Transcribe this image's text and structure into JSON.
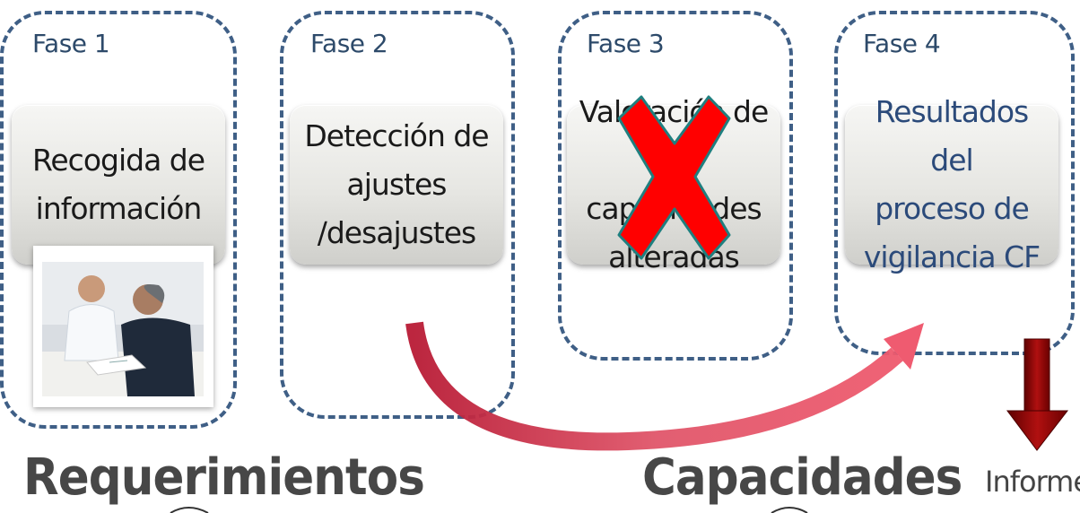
{
  "phases": [
    {
      "label": "Fase 1",
      "box": "Recogida de\ninformación"
    },
    {
      "label": "Fase 2",
      "box": "Detección de\najustes\n/desajustes"
    },
    {
      "label": "Fase 3",
      "box": "Valoración de\nlas capacidades\nalteradas"
    },
    {
      "label": "Fase 4",
      "box": "Resultados del\nproceso de\nvigilancia CF"
    }
  ],
  "footer": {
    "left": "Requerimientos",
    "center": "Capacidades",
    "right": "Informe"
  },
  "colors": {
    "dash": "#3f5f86",
    "cross": "#ff0000",
    "arrow": "#c0233a",
    "down_arrow": "#8b0a0a"
  },
  "icons": [
    "red-cross-icon",
    "curved-arrow-icon",
    "down-arrow-icon",
    "brace-icon"
  ]
}
